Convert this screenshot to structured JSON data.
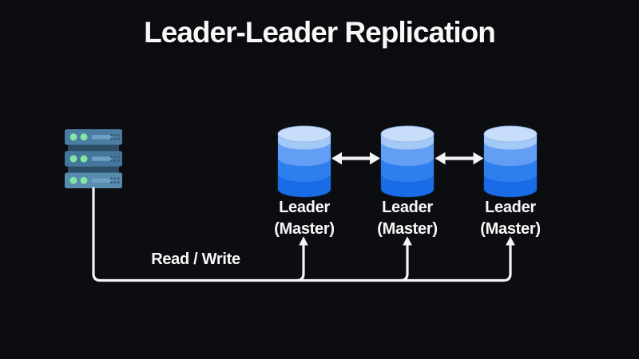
{
  "title": {
    "text": "Leader-Leader Replication"
  },
  "client_server": {
    "icon": "server-icon"
  },
  "databases": [
    {
      "line1": "Leader",
      "line2": "(Master)"
    },
    {
      "line1": "Leader",
      "line2": "(Master)"
    },
    {
      "line1": "Leader",
      "line2": "(Master)"
    }
  ],
  "connections": {
    "read_write_label": "Read / Write",
    "db_replication_bidirectional": true
  },
  "colors": {
    "background": "#0b0d11",
    "text": "#f7f8f8",
    "line": "#f4f5f6",
    "server_unit_top": "#4b7da2",
    "server_unit_mid": "#45769c",
    "server_unit_bottom": "#578cae",
    "server_divider": "#2c4e66",
    "server_led": "#80e6a2",
    "server_slot": "#6da1c3",
    "server_dots": "#38607a",
    "db_top_ellipse": "#c8ddf9",
    "db_band_1": "#a4c9f6",
    "db_band_2": "#629ef3",
    "db_band_3": "#2e7fee",
    "db_band_4": "#1a6ce6"
  }
}
